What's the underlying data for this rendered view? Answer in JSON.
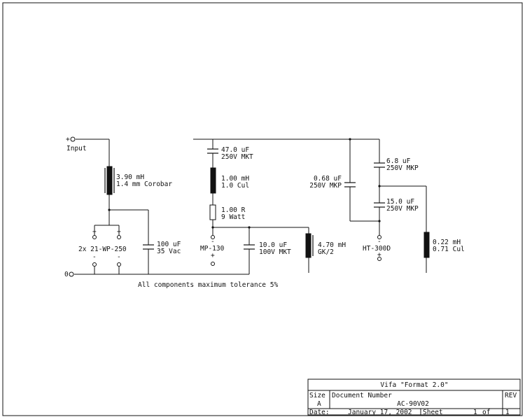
{
  "schematic": {
    "input_label": "Input",
    "input_plus": "+",
    "ground_label": "0",
    "note": "All components maximum tolerance 5%",
    "components": {
      "l1": {
        "value": "3.90 mH",
        "spec": "1.4 mm Corobar"
      },
      "woofer": {
        "label": "2x 21-WP-250",
        "plus": "+",
        "minus": "-"
      },
      "c1": {
        "value": "100 uF",
        "spec": "35 Vac"
      },
      "c2": {
        "value": "47.0 uF",
        "spec": "250V MKT"
      },
      "l2": {
        "value": "1.00 mH",
        "spec": "1.0 Cul"
      },
      "r1": {
        "value": "1.00 R",
        "spec": "9 Watt"
      },
      "mid": {
        "label": "MP-130",
        "plus": "+",
        "minus": "-"
      },
      "c3": {
        "value": "10.0 uF",
        "spec": "100V MKT"
      },
      "l3": {
        "value": "4.70 mH",
        "spec": "GK/2"
      },
      "c4": {
        "value": "0.68 uF",
        "spec": "250V MKP"
      },
      "c5": {
        "value": "6.8 uF",
        "spec": "250V MKP"
      },
      "c6": {
        "value": "15.0 uF",
        "spec": "250V MKP"
      },
      "tweeter": {
        "label": "HT-300D",
        "plus": "+",
        "minus": "-"
      },
      "l4": {
        "value": "0.22 mH",
        "spec": "0.71 Cul"
      }
    }
  },
  "title_block": {
    "title": "Vifa \"Format 2.0\"",
    "size_label": "Size",
    "size_value": "A",
    "docnum_label": "Document Number",
    "docnum_value": "AC-90V02",
    "rev_label": "REV",
    "date_label": "Date:",
    "date_value": "January 17, 2002",
    "sheet_label": "Sheet",
    "sheet_num": "1",
    "of_label": "of",
    "sheet_total": "1"
  }
}
